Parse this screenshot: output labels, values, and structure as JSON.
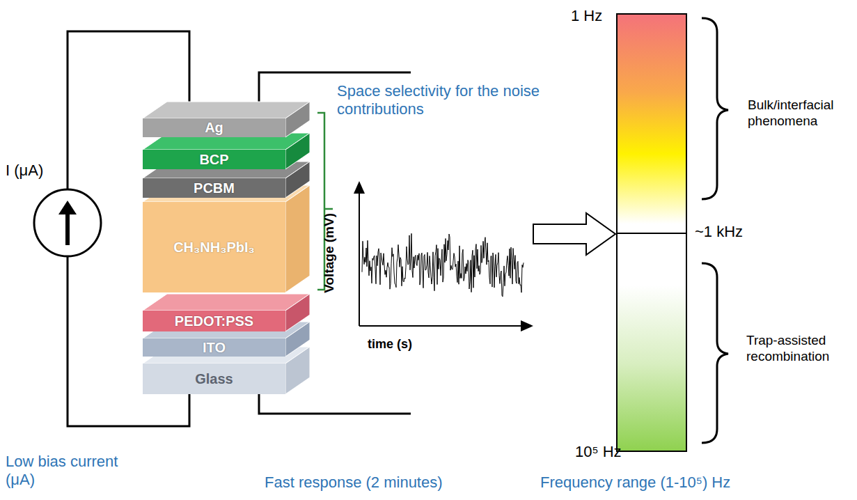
{
  "diagram": {
    "nodes": [
      {
        "text": [
          "Ag"
        ]
      },
      {
        "text": [
          "BCP"
        ]
      },
      {
        "text": [
          "PCBM"
        ]
      },
      {
        "text": [
          "CH₃NH₃PbI₃"
        ]
      },
      {
        "text": [
          "PEDOT:PSS"
        ]
      },
      {
        "text": [
          "ITO"
        ]
      },
      {
        "text": [
          "Glass"
        ]
      }
    ],
    "labels": [
      "I (μA)",
      "Space selectivity for the noise contributions",
      "Voltage (mV)",
      "time (s)",
      "1 Hz",
      "~1 kHz",
      "10⁵ Hz",
      "Bulk/interfacial phenomena",
      "Trap-assisted recombination",
      "Low bias current (μA)",
      "Fast response (2 minutes)",
      "Frequency range (1-10⁵) Hz"
    ]
  }
}
